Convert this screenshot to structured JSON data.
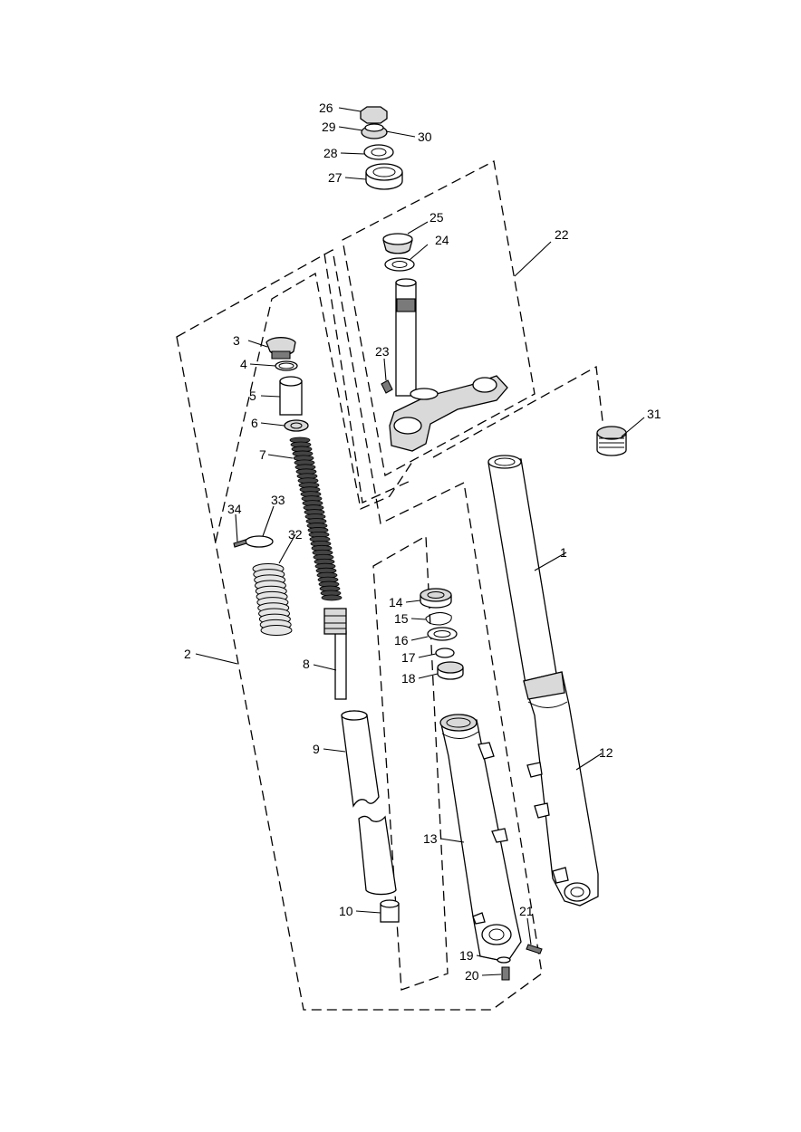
{
  "callouts": {
    "c1": "1",
    "c2": "2",
    "c3": "3",
    "c4": "4",
    "c5": "5",
    "c6": "6",
    "c7": "7",
    "c8": "8",
    "c9": "9",
    "c10": "10",
    "c11": "12",
    "c13": "13",
    "c14": "14",
    "c15": "15",
    "c16": "16",
    "c17": "17",
    "c18": "18",
    "c19": "19",
    "c20": "20",
    "c21": "21",
    "c22": "22",
    "c23": "23",
    "c24": "24",
    "c25": "25",
    "c26": "26",
    "c27": "27",
    "c28": "28",
    "c29": "29",
    "c30": "30",
    "c31": "31",
    "c32": "32",
    "c33": "33",
    "c34": "34"
  }
}
